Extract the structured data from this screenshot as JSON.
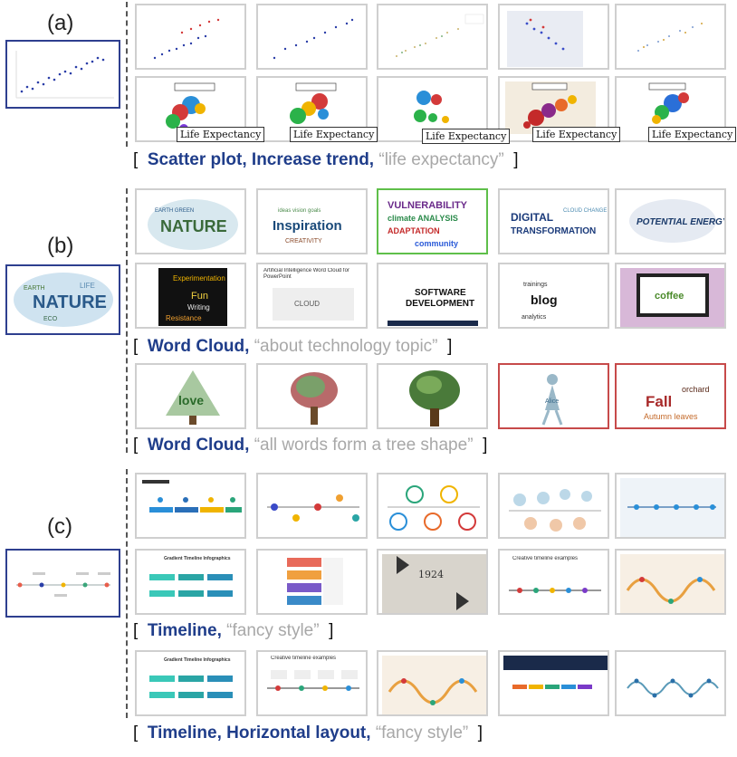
{
  "sections": {
    "a": {
      "letter": "(a)"
    },
    "b": {
      "letter": "(b)"
    },
    "c": {
      "letter": "(c)"
    }
  },
  "captions": {
    "a": {
      "open": "[",
      "kw": "Scatter plot, Increase trend,",
      "qt": "“life expectancy”",
      "close": "]"
    },
    "b1": {
      "open": "[",
      "kw": "Word Cloud,",
      "qt": "“about technology topic”",
      "close": "]"
    },
    "b2": {
      "open": "[",
      "kw": "Word Cloud,",
      "qt": "“all words form a tree shape”",
      "close": "]"
    },
    "c1": {
      "open": "[",
      "kw": "Timeline,",
      "qt": "“fancy style”",
      "close": "]"
    },
    "c2": {
      "open": "[",
      "kw": "Timeline, Horizontal layout,",
      "qt": "“fancy style”",
      "close": "]"
    }
  },
  "life_expectancy_labels": [
    "Life Expectancy",
    "Life Expectancy",
    "Life Expectancy",
    "Life Expectancy",
    "Life Expectancy"
  ],
  "wordcloud_words": {
    "nature": "NATURE",
    "inspiration": "Inspiration",
    "vulnerability": "VULNERABILITY",
    "digital": "DIGITAL",
    "transformation": "TRANSFORMATION",
    "potential": "POTENTIAL ENERGY",
    "software": "SOFTWARE",
    "development": "DEVELOPMENT",
    "coffee": "coffee",
    "love": "love",
    "fall": "Fall",
    "ai": "Artificial Intelligence Word Cloud for PowerPoint",
    "blog": "blog",
    "experimentation": "Experimentation",
    "fun": "Fun",
    "writing": "Writing",
    "resistance": "Resistance"
  },
  "timeline_texts": {
    "gradient": "Gradient Timeline Infographics",
    "creative": "Creative timeline examples",
    "year": "1924"
  },
  "colors": {
    "query_border": "#2e3f8f",
    "keyword": "#1f3d8a",
    "quote": "#a8a8a8",
    "thumb_border": "#cfcfcf",
    "red_border": "#c74a4a",
    "green_border": "#5fbf4a"
  }
}
